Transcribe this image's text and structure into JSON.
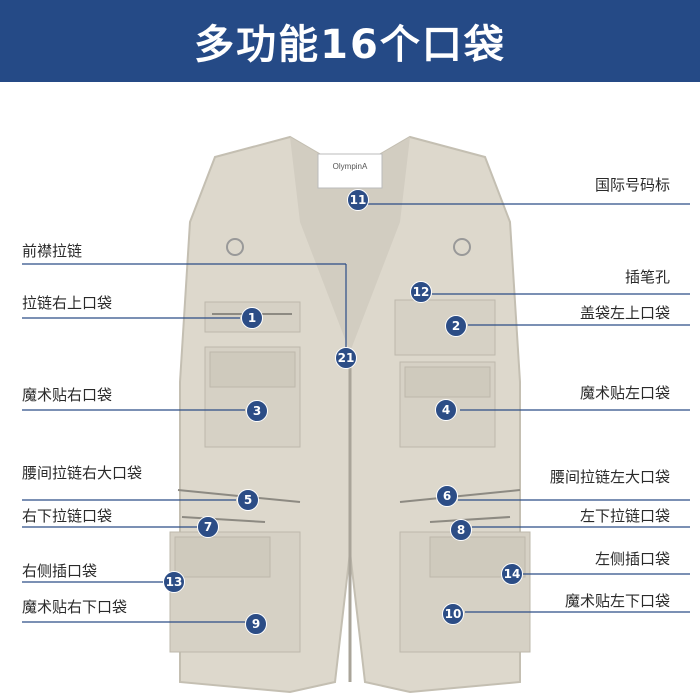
{
  "header": {
    "title": "多功能16个口袋"
  },
  "colors": {
    "header_bg": "#254a86",
    "vest": "#ddd8cc",
    "line": "#2c4d86"
  },
  "vest": {
    "brand_tag": "OlympinA"
  },
  "labels_left": [
    {
      "id": "front-zipper",
      "text": "前襟拉链",
      "badge": "21"
    },
    {
      "id": "zip-right-upper",
      "text": "拉链右上口袋",
      "badge": "1"
    },
    {
      "id": "velcro-right",
      "text": "魔术贴右口袋",
      "badge": "3"
    },
    {
      "id": "waist-zip-right",
      "text": "腰间拉链右大口袋",
      "badge": "5"
    },
    {
      "id": "lower-zip-right",
      "text": "右下拉链口袋",
      "badge": "7"
    },
    {
      "id": "side-insert-right",
      "text": "右侧插口袋",
      "badge": "13"
    },
    {
      "id": "velcro-lower-right",
      "text": "魔术贴右下口袋",
      "badge": "9"
    }
  ],
  "labels_right": [
    {
      "id": "size-label",
      "text": "国际号码标",
      "badge": "11"
    },
    {
      "id": "pen-hole",
      "text": "插笔孔",
      "badge": "12"
    },
    {
      "id": "flap-left-upper",
      "text": "盖袋左上口袋",
      "badge": "2"
    },
    {
      "id": "velcro-left",
      "text": "魔术贴左口袋",
      "badge": "4"
    },
    {
      "id": "waist-zip-left",
      "text": "腰间拉链左大口袋",
      "badge": "6"
    },
    {
      "id": "lower-zip-left",
      "text": "左下拉链口袋",
      "badge": "8"
    },
    {
      "id": "side-insert-left",
      "text": "左侧插口袋",
      "badge": "14"
    },
    {
      "id": "velcro-lower-left",
      "text": "魔术贴左下口袋",
      "badge": "10"
    }
  ]
}
